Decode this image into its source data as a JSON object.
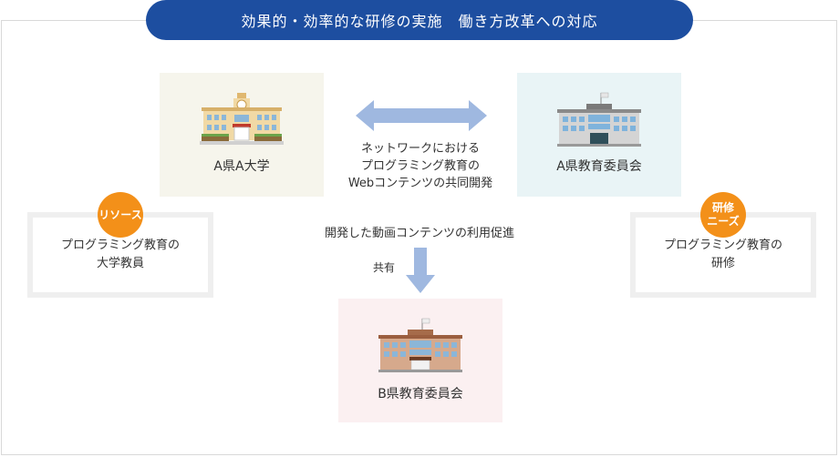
{
  "header": {
    "title": "効果的・効率的な研修の実施　働き方改革への対応"
  },
  "nodes": {
    "university": {
      "label": "A県A大学"
    },
    "board_a": {
      "label": "A県教育委員会"
    },
    "board_b": {
      "label": "B県教育委員会"
    }
  },
  "network_label": {
    "lines": [
      "ネットワークにおける",
      "プログラミング教育の",
      "Webコンテンツの共同開発"
    ]
  },
  "usage_label": "開発した動画コンテンツの利用促進",
  "share_label": "共有",
  "left_box": {
    "badge": "リソース",
    "lines": [
      "プログラミング教育の",
      "大学教員"
    ]
  },
  "right_box": {
    "badge_lines": [
      "研修",
      "ニーズ"
    ],
    "lines": [
      "プログラミング教育の",
      "研修"
    ]
  },
  "colors": {
    "title_bg": "#1d4ea0",
    "badge": "#f39019",
    "arrow": "#9fb8e0",
    "university_bg": "#f6f5ec",
    "board_a_bg": "#e9f4f6",
    "board_b_bg": "#fbf0f1"
  }
}
